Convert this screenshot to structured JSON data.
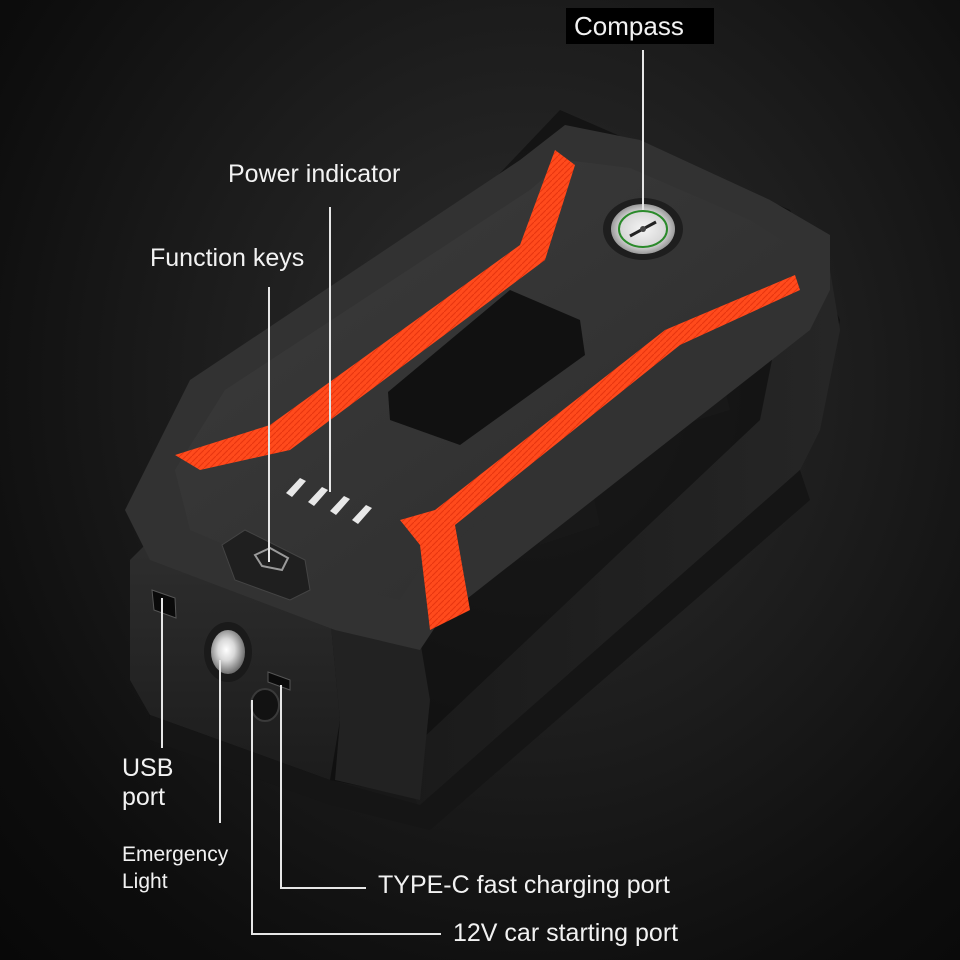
{
  "labels": {
    "compass": "Compass",
    "power_indicator": "Power indicator",
    "function_keys": "Function keys",
    "usb_port_line1": "USB",
    "usb_port_line2": "port",
    "emergency_light_line1": "Emergency",
    "emergency_light_line2": "Light",
    "type_c_port": "TYPE-C fast charging port",
    "car_starting_port": "12V car starting port"
  },
  "colors": {
    "body": "#2b2b2b",
    "accent_stripe": "#ff4a1c",
    "label_text": "#f2f2f2",
    "callout_line": "#e6e6e6"
  }
}
